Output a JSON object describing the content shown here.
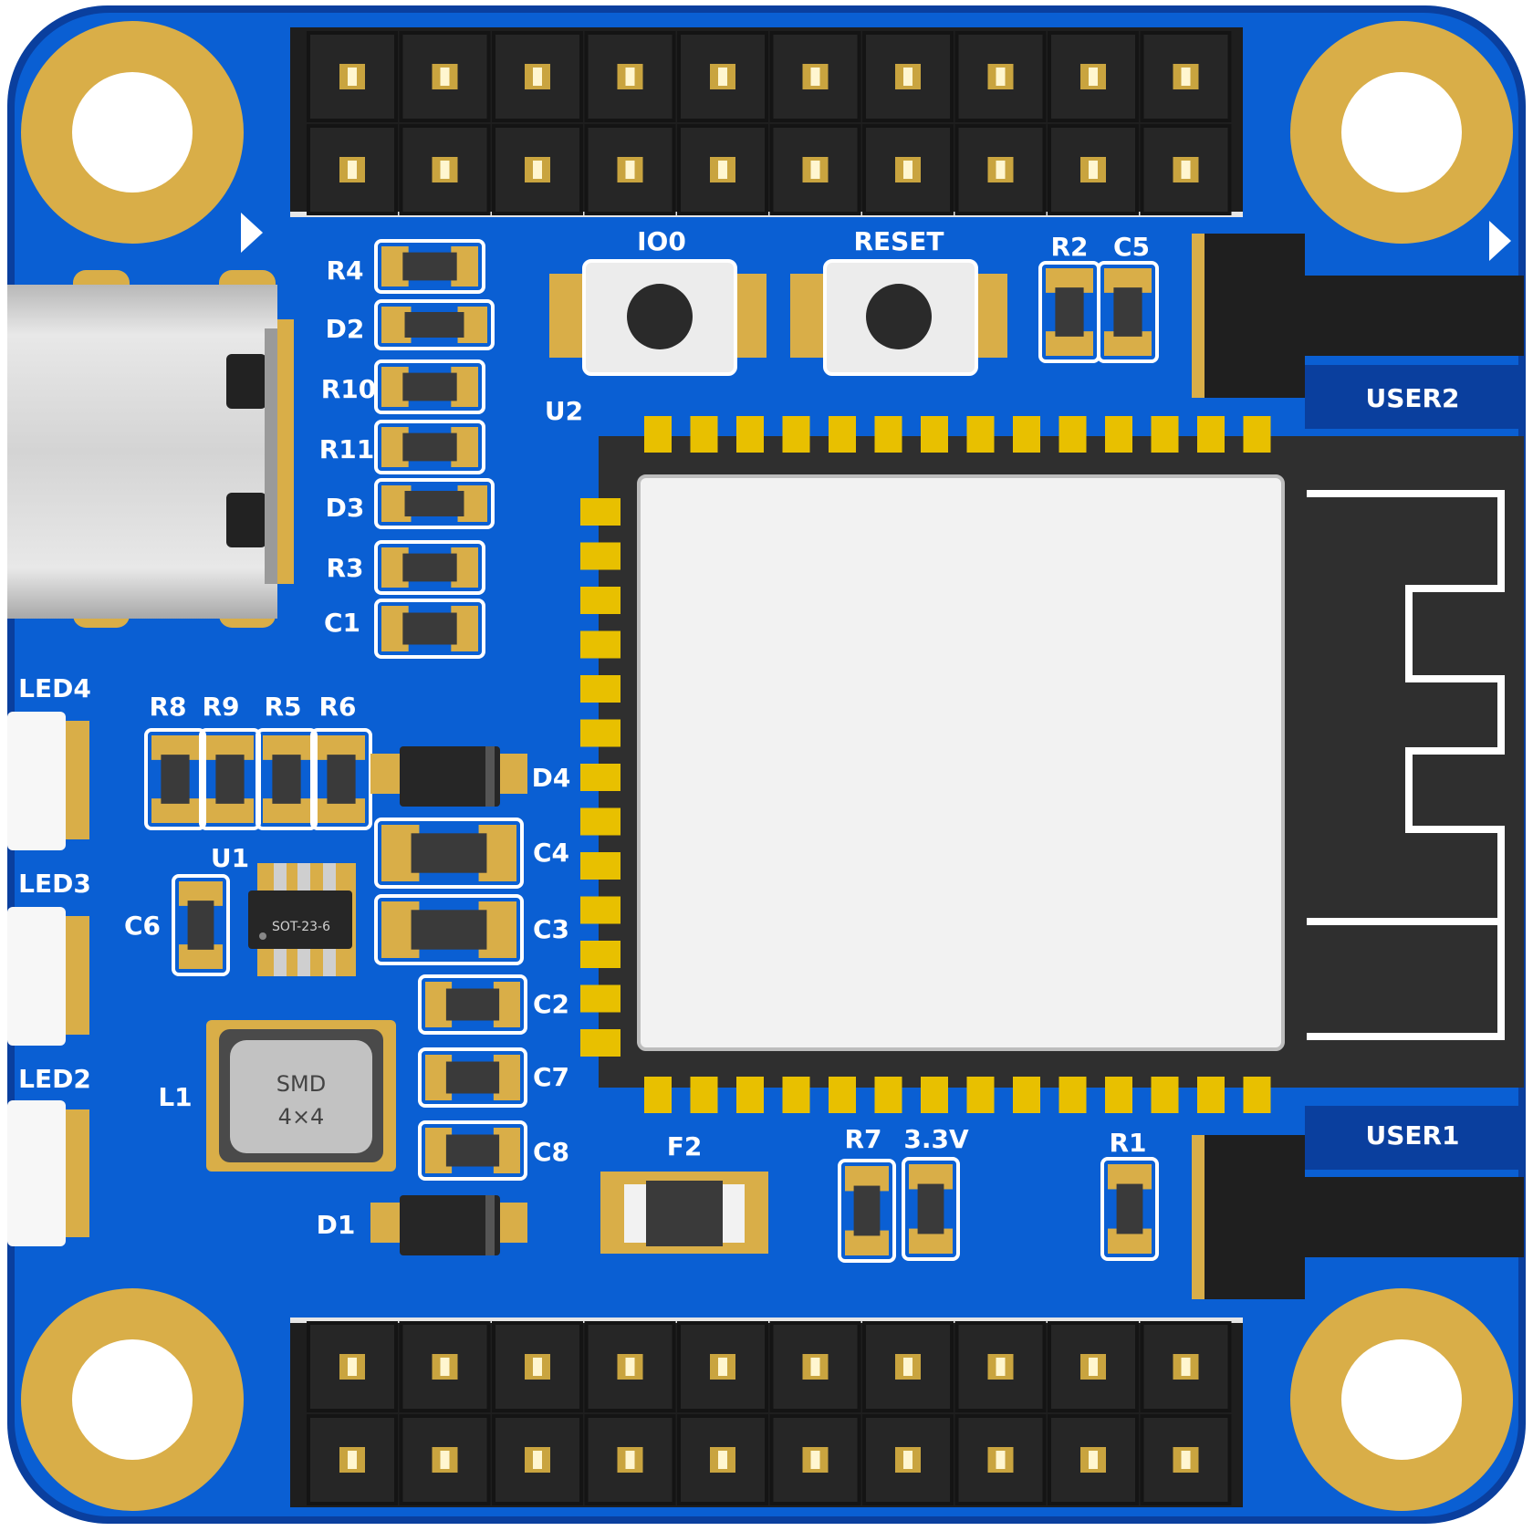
{
  "board": {
    "colors": {
      "pcb": "#0a5fd3",
      "pcb_edge": "#0a3f9e",
      "gold": "#d9ae48",
      "header": "#2b2b2b",
      "module_shield": "#f2f2f2",
      "module_body": "#2f2f2f",
      "silkscreen": "#ffffff"
    },
    "labels": {
      "io0": "IO0",
      "reset": "RESET",
      "r2": "R2",
      "c5": "C5",
      "user2": "USER2",
      "user1": "USER1",
      "u2": "U2",
      "r4": "R4",
      "d2": "D2",
      "r10": "R10",
      "r11": "R11",
      "d3": "D3",
      "r3": "R3",
      "c1": "C1",
      "led4": "LED4",
      "led3": "LED3",
      "led2": "LED2",
      "r8": "R8",
      "r9": "R9",
      "r5": "R5",
      "r6": "R6",
      "d4": "D4",
      "c4": "C4",
      "c3": "C3",
      "c2": "C2",
      "c7": "C7",
      "c8": "C8",
      "u1": "U1",
      "c6": "C6",
      "l1": "L1",
      "d1": "D1",
      "f2": "F2",
      "r7": "R7",
      "v33": "3.3V",
      "r1": "R1"
    },
    "chips": {
      "u1_package": "SOT-23-6",
      "l1_line1": "SMD",
      "l1_line2": "4×4"
    },
    "icons": [
      "mounting-hole-icon",
      "pin1-arrow-icon",
      "antenna-trace-icon",
      "usb-c-connector-icon",
      "tactile-button-icon"
    ]
  }
}
